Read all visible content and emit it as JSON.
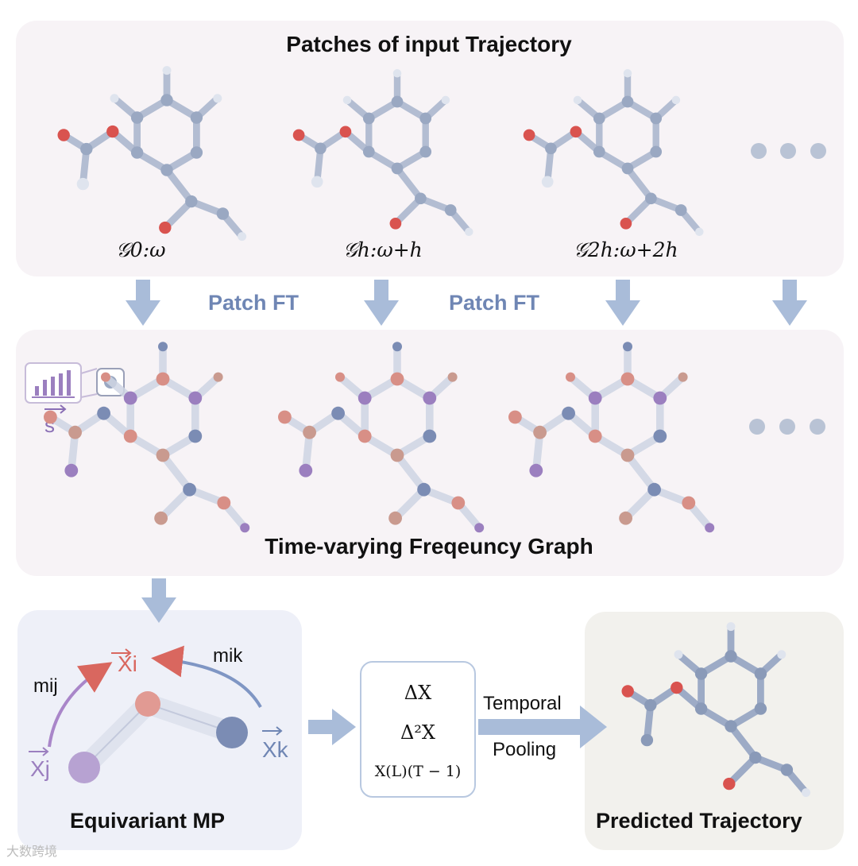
{
  "top_panel": {
    "title": "Patches of input Trajectory",
    "graph_labels": [
      "𝒢0:ω",
      "𝒢h:ω+h",
      "𝒢2h:ω+2h"
    ],
    "ellipsis": "• • •"
  },
  "transform_label": "Patch FT",
  "mid_panel": {
    "title": "Time-varying Freqeuncy Graph",
    "spectrum_label": "s",
    "ellipsis": "• • •"
  },
  "mp_panel": {
    "title": "Equivariant MP",
    "xi": "Xi",
    "xj": "Xj",
    "xk": "Xk",
    "mij": "mij",
    "mik": "mik"
  },
  "derivatives": [
    "ΔX",
    "Δ²X",
    "X(L)(T − 1)"
  ],
  "pooling": {
    "line1": "Temporal",
    "line2": "Pooling"
  },
  "output_panel": {
    "title": "Predicted Trajectory"
  },
  "watermark": "大数跨境",
  "colors": {
    "panel_bg": "#f7f3f6",
    "arrow": "#a9bcd9",
    "accent_blue": "#6f86b4",
    "oxygen": "#d9534f",
    "carbon": "#9aa8c2",
    "purple": "#9b7fbf"
  }
}
